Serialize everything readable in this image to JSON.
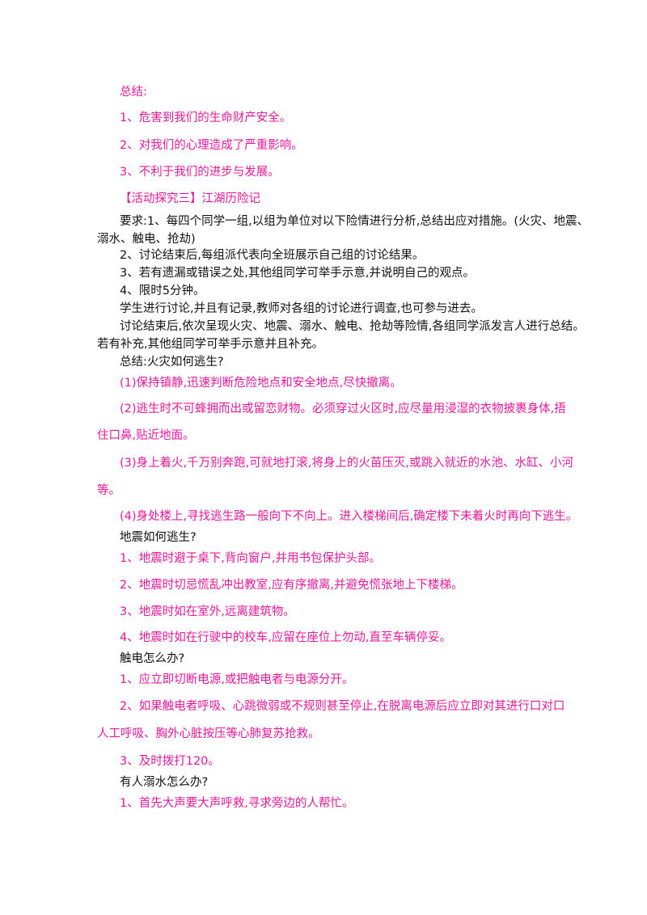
{
  "colors": {
    "accent": "#e8189a",
    "text": "#111111",
    "background": "#ffffff"
  },
  "lines": [
    "总结:",
    "1、危害到我们的生命财产安全。",
    "2、对我们的心理造成了严重影响。",
    "3、不利于我们的进步与发展。",
    "【活动探究三】江湖历险记",
    "要求:1、每四个同学一组,以组为单位对以下险情进行分析,总结出应对措施。(火灾、地震、",
    "溺水、触电、抢劫)",
    "2、讨论结束后,每组派代表向全班展示自己组的讨论结果。",
    "3、若有遗漏或错误之处,其他组同学可举手示意,并说明自己的观点。",
    "4、限时5分钟。",
    "学生进行讨论,并且有记录,教师对各组的讨论进行调查,也可参与进去。",
    "讨论结束后,依次呈现火灾、地震、溺水、触电、抢劫等险情,各组同学派发言人进行总结。",
    "若有补充,其他组同学可举手示意并且补充。",
    "总结:火灾如何逃生?",
    "(1)保持镇静,迅速判断危险地点和安全地点,尽快撤离。",
    "(2)逃生时不可蜂拥而出或留恋财物。必须穿过火区时,应尽量用浸湿的衣物披裹身体,捂",
    "住口鼻,贴近地面。",
    "(3)身上着火,千万别奔跑,可就地打滚,将身上的火苗压灭,或跳入就近的水池、水缸、小河",
    "等。",
    "(4)身处楼上,寻找逃生路一般向下不向上。进入楼梯间后,确定楼下未着火时再向下逃生。",
    "地震如何逃生?",
    "1、地震时避于桌下,背向窗户,并用书包保护头部。",
    "2、地震时切忌慌乱冲出教室,应有序撤离,并避免慌张地上下楼梯。",
    "3、地震时如在室外,远离建筑物。",
    "4、地震时如在行驶中的校车,应留在座位上勿动,直至车辆停妥。",
    "触电怎么办?",
    "1、应立即切断电源,或把触电者与电源分开。",
    "2、如果触电者呼吸、心跳微弱或不规则甚至停止,在脱离电源后应立即对其进行口对口",
    "人工呼吸、胸外心脏按压等心肺复苏抢救。",
    "3、及时拨打120。",
    "有人溺水怎么办?",
    "1、首先大声要大声呼救,寻求旁边的人帮忙。"
  ]
}
